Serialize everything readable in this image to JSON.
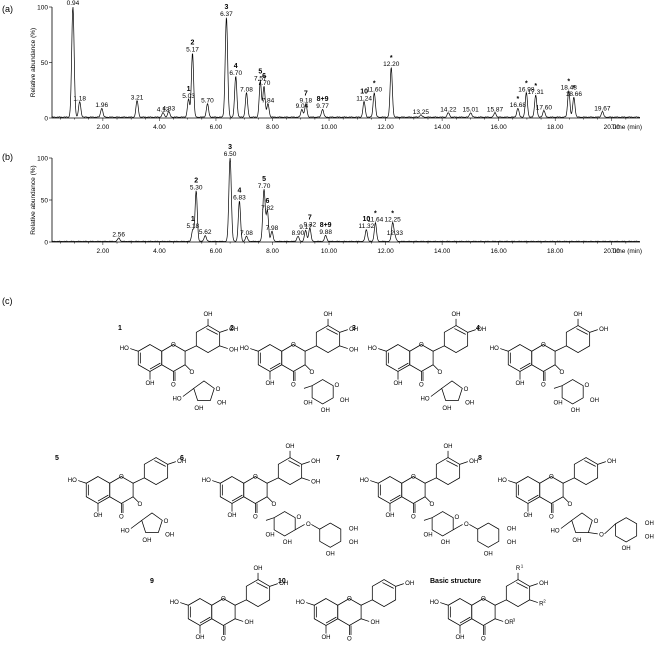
{
  "panels": [
    {
      "label": "(a)"
    },
    {
      "label": "(b)"
    },
    {
      "label": "(c)"
    }
  ],
  "chart_data": [
    {
      "type": "line",
      "ylabel": "Relative abundance (%)",
      "xlabel": "Time (min)",
      "ylim": [
        0,
        100
      ],
      "xlim": [
        0.2,
        21.0
      ],
      "y_ticks": [
        "0",
        "50",
        "100"
      ],
      "x_ticks": [
        "2.00",
        "4.00",
        "6.00",
        "8.00",
        "10.00",
        "12.00",
        "14.00",
        "16.00",
        "18.00",
        "20.00"
      ],
      "peaks": [
        {
          "rt": 0.94,
          "h": 100,
          "label": "0.94"
        },
        {
          "rt": 1.18,
          "h": 14,
          "label": "1.18"
        },
        {
          "rt": 1.96,
          "h": 8,
          "label": "1.96"
        },
        {
          "rt": 3.21,
          "h": 15,
          "label": "3.21"
        },
        {
          "rt": 4.13,
          "h": 4,
          "label": "4.13"
        },
        {
          "rt": 4.33,
          "h": 5,
          "label": "4.33"
        },
        {
          "rt": 5.03,
          "h": 16,
          "label": "5.03",
          "cmp": "1"
        },
        {
          "rt": 5.17,
          "h": 58,
          "label": "5.17",
          "cmp": "2"
        },
        {
          "rt": 5.7,
          "h": 12,
          "label": "5.70"
        },
        {
          "rt": 6.37,
          "h": 90,
          "label": "6.37",
          "cmp": "3"
        },
        {
          "rt": 6.7,
          "h": 37,
          "label": "6.70",
          "cmp": "4"
        },
        {
          "rt": 7.08,
          "h": 22,
          "label": "7.08"
        },
        {
          "rt": 7.57,
          "h": 32,
          "label": "7.57",
          "cmp": "5"
        },
        {
          "rt": 7.7,
          "h": 28,
          "label": "7.70",
          "cmp": "6"
        },
        {
          "rt": 7.84,
          "h": 12,
          "label": "7.84"
        },
        {
          "rt": 9.04,
          "h": 7,
          "label": "9.04"
        },
        {
          "rt": 9.18,
          "h": 12,
          "label": "9.18",
          "cmp": "7"
        },
        {
          "rt": 9.77,
          "h": 7,
          "label": "9.77",
          "cmp": "8+9"
        },
        {
          "rt": 11.24,
          "h": 14,
          "label": "11.24",
          "cmp": "10"
        },
        {
          "rt": 11.6,
          "h": 22,
          "label": "11.60",
          "star": true
        },
        {
          "rt": 12.2,
          "h": 45,
          "label": "12.20",
          "star": true
        },
        {
          "rt": 13.25,
          "h": 2,
          "label": "13.25"
        },
        {
          "rt": 14.22,
          "h": 4,
          "label": "14.22"
        },
        {
          "rt": 15.01,
          "h": 4,
          "label": "15.01"
        },
        {
          "rt": 15.87,
          "h": 4,
          "label": "15.87"
        },
        {
          "rt": 16.68,
          "h": 8,
          "label": "16.68",
          "star": true
        },
        {
          "rt": 16.98,
          "h": 22,
          "label": "16.98",
          "star": true
        },
        {
          "rt": 17.31,
          "h": 20,
          "label": "17.31",
          "star": true
        },
        {
          "rt": 17.6,
          "h": 6,
          "label": "17.60"
        },
        {
          "rt": 18.48,
          "h": 24,
          "label": "18.48",
          "star": true
        },
        {
          "rt": 18.66,
          "h": 18,
          "label": "18.66",
          "star": true
        },
        {
          "rt": 19.67,
          "h": 5,
          "label": "19.67"
        }
      ]
    },
    {
      "type": "line",
      "ylabel": "Relative abundance (%)",
      "xlabel": "Time (min)",
      "ylim": [
        0,
        100
      ],
      "xlim": [
        0.2,
        21.0
      ],
      "y_ticks": [
        "0",
        "50",
        "100"
      ],
      "x_ticks": [
        "2.00",
        "4.00",
        "6.00",
        "8.00",
        "10.00",
        "12.00",
        "14.00",
        "16.00",
        "18.00",
        "20.00"
      ],
      "peaks": [
        {
          "rt": 2.56,
          "h": 4,
          "label": "2.56"
        },
        {
          "rt": 5.18,
          "h": 14,
          "label": "5.18",
          "cmp": "1"
        },
        {
          "rt": 5.3,
          "h": 60,
          "label": "5.30",
          "cmp": "2"
        },
        {
          "rt": 5.62,
          "h": 7,
          "label": "5.62"
        },
        {
          "rt": 6.5,
          "h": 100,
          "label": "6.50",
          "cmp": "3"
        },
        {
          "rt": 6.83,
          "h": 48,
          "label": "6.83",
          "cmp": "4"
        },
        {
          "rt": 7.08,
          "h": 6,
          "label": "7.08"
        },
        {
          "rt": 7.7,
          "h": 62,
          "label": "7.70",
          "cmp": "5"
        },
        {
          "rt": 7.82,
          "h": 36,
          "label": "7.82",
          "cmp": "6"
        },
        {
          "rt": 7.98,
          "h": 12,
          "label": "7.98"
        },
        {
          "rt": 8.9,
          "h": 6,
          "label": "8.90"
        },
        {
          "rt": 9.17,
          "h": 13,
          "label": "9.17"
        },
        {
          "rt": 9.32,
          "h": 16,
          "label": "9.32",
          "cmp": "7"
        },
        {
          "rt": 9.88,
          "h": 7,
          "label": "9.88",
          "cmp": "8+9"
        },
        {
          "rt": 11.32,
          "h": 14,
          "label": "11.32",
          "cmp": "10"
        },
        {
          "rt": 11.64,
          "h": 22,
          "label": "11.64",
          "star": true
        },
        {
          "rt": 12.25,
          "h": 22,
          "label": "12.25",
          "star": true
        },
        {
          "rt": 12.33,
          "h": 6,
          "label": "12.33"
        }
      ]
    }
  ],
  "structures": [
    {
      "id": "1",
      "title": "1",
      "sub": "arabinofuranoside",
      "r1": "OH",
      "r2": "OH"
    },
    {
      "id": "2",
      "title": "2",
      "sub": "rhamnoside",
      "r1": "OH",
      "r2": "OH"
    },
    {
      "id": "3",
      "title": "3",
      "sub": "arabinofuranoside",
      "r1": "OH",
      "r2": ""
    },
    {
      "id": "4",
      "title": "4",
      "sub": "rhamnoside",
      "r1": "OH",
      "r2": ""
    },
    {
      "id": "5",
      "title": "5",
      "sub": "arabinofuranoside",
      "r1": "",
      "r2": ""
    },
    {
      "id": "6",
      "title": "6",
      "sub": "galloyl-rhamnoside",
      "r1": "OH",
      "r2": "OH"
    },
    {
      "id": "7",
      "title": "7",
      "sub": "galloyl-rhamnoside",
      "r1": "OH",
      "r2": ""
    },
    {
      "id": "8",
      "title": "8",
      "sub": "galloyl-arabinofuranoside",
      "r1": "",
      "r2": ""
    },
    {
      "id": "9",
      "title": "9",
      "sub": "aglycone",
      "r1": "OH",
      "r2": ""
    },
    {
      "id": "10",
      "title": "10",
      "sub": "aglycone",
      "r1": "",
      "r2": ""
    },
    {
      "id": "basic",
      "title": "Basic structure",
      "sub": "basic",
      "r1": "R1",
      "r2": "R2",
      "r3": "OR3"
    }
  ],
  "atoms": {
    "oh": "OH",
    "ho": "HO",
    "o": "O",
    "r1": "R",
    "r2": "R",
    "or3": "OR"
  },
  "superscripts": [
    "1",
    "2",
    "3"
  ],
  "star": "*"
}
